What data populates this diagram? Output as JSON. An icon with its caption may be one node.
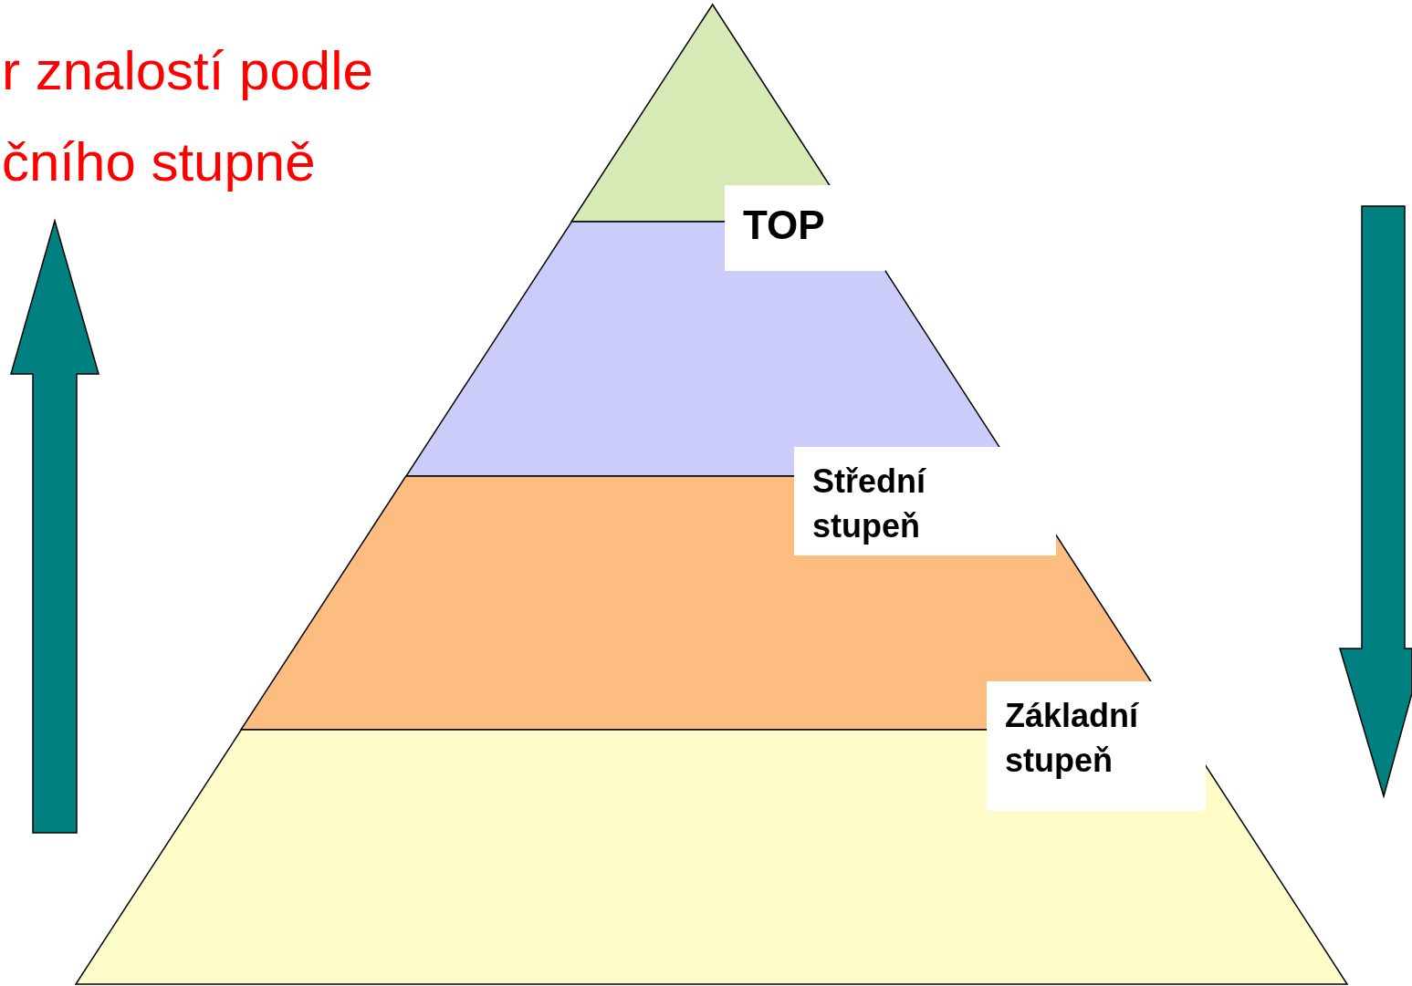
{
  "diagram": {
    "title": "r znalostí podle čního stupně",
    "nodes": [
      {
        "text": [],
        "shape": "triangle"
      },
      {
        "text": [],
        "shape": "trapezoid"
      },
      {
        "text": [],
        "shape": "trapezoid"
      },
      {
        "text": [],
        "shape": "trapezoid"
      },
      {
        "text": [
          "TOP"
        ]
      },
      {
        "text": [
          "Střední stupeň"
        ]
      },
      {
        "text": [
          "Základní stupeň"
        ]
      }
    ],
    "edges": []
  }
}
